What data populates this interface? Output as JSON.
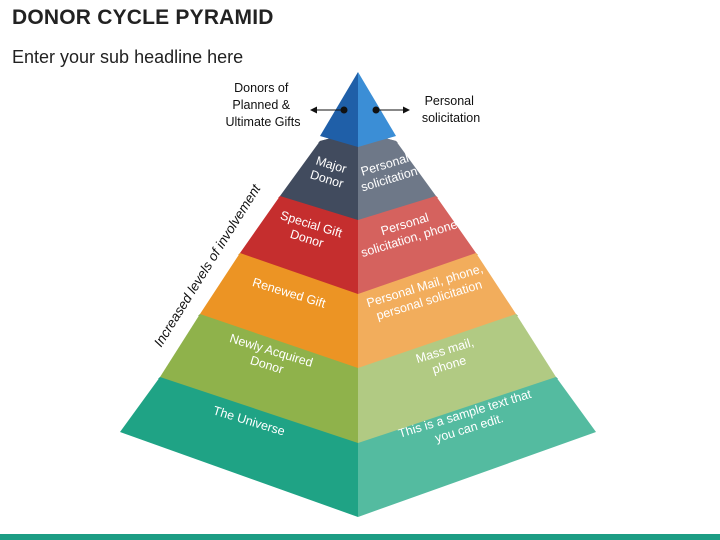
{
  "header": {
    "title": "DONOR CYCLE PYRAMID",
    "subtitle": "Enter your sub headline here"
  },
  "apex": {
    "left_label": [
      "Donors of",
      "Planned &",
      "Ultimate Gifts"
    ],
    "right_label": [
      "Personal",
      "solicitation"
    ],
    "colors": {
      "left": "#1f5fa8",
      "right": "#3b8ed6"
    }
  },
  "axis_label": "Increased levels of involvement",
  "layers": [
    {
      "left": [
        "Major",
        "Donor"
      ],
      "right": [
        "Personal",
        "solicitation"
      ],
      "colors": {
        "top": "#5c6373",
        "left": "#414b5e",
        "right": "#6e7888"
      }
    },
    {
      "left": [
        "Special Gift",
        "Donor"
      ],
      "right": [
        "Personal",
        "solicitation, phone"
      ],
      "colors": {
        "top": "#9e2222",
        "left": "#c52e2e",
        "right": "#d5625e"
      }
    },
    {
      "left": [
        "Renewed Gift"
      ],
      "right": [
        "Personal Mail, phone,",
        "personal solicitation"
      ],
      "colors": {
        "top": "#c6771a",
        "left": "#ec9424",
        "right": "#f2ad5c"
      }
    },
    {
      "left": [
        "Newly Acquired",
        "Donor"
      ],
      "right": [
        "Mass mail,",
        "phone"
      ],
      "colors": {
        "top": "#6e8d2f",
        "left": "#8fb24b",
        "right": "#b1ca83"
      }
    },
    {
      "left": [
        "The Universe"
      ],
      "right": [
        "This is a sample text that",
        "you can edit."
      ],
      "colors": {
        "top": "#137a63",
        "left": "#1fa385",
        "right": "#54bba0"
      }
    }
  ],
  "bottom_bar_color": "#1d9d84"
}
